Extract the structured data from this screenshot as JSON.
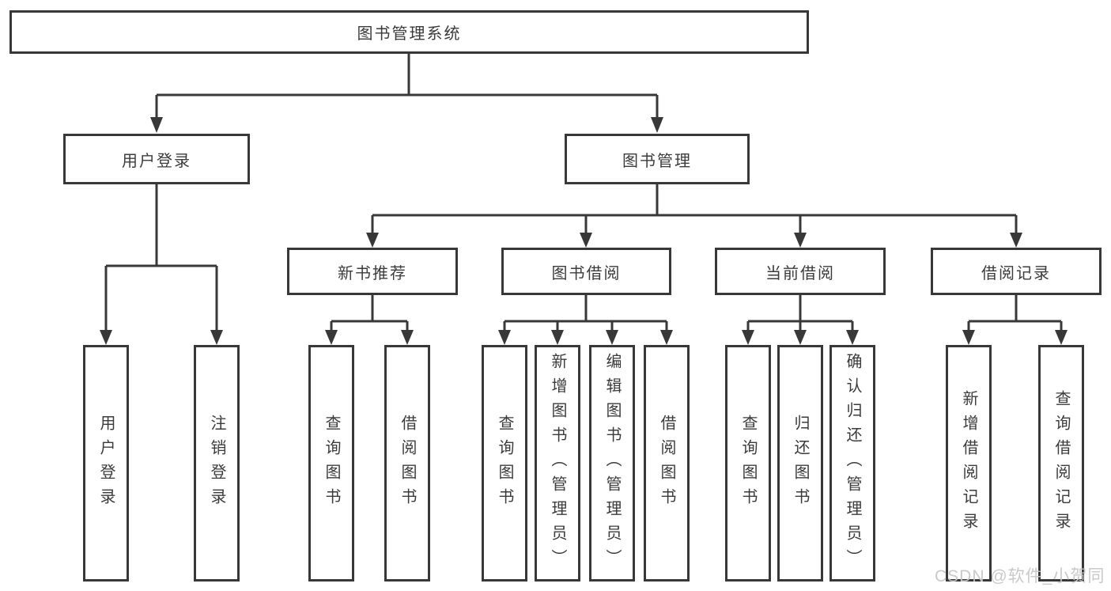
{
  "colors": {
    "background": "#ffffff",
    "line": "#383838",
    "box_border": "#383838",
    "text": "#3b3b3b",
    "watermark": "#c6c6c6"
  },
  "tree": {
    "label": "图书管理系统",
    "children": [
      {
        "label": "用户登录",
        "children": [
          {
            "label": "用户登录"
          },
          {
            "label": "注销登录"
          }
        ]
      },
      {
        "label": "图书管理",
        "children": [
          {
            "label": "新书推荐",
            "children": [
              {
                "label": "查询图书"
              },
              {
                "label": "借阅图书"
              }
            ]
          },
          {
            "label": "图书借阅",
            "children": [
              {
                "label": "查询图书"
              },
              {
                "label": "新增图书（管理员）"
              },
              {
                "label": "编辑图书（管理员）"
              },
              {
                "label": "借阅图书"
              }
            ]
          },
          {
            "label": "当前借阅",
            "children": [
              {
                "label": "查询图书"
              },
              {
                "label": "归还图书"
              },
              {
                "label": "确认归还（管理员）"
              }
            ]
          },
          {
            "label": "借阅记录",
            "children": [
              {
                "label": "新增借阅记录"
              },
              {
                "label": "查询借阅记录"
              }
            ]
          }
        ]
      }
    ]
  },
  "watermark": {
    "text": "CSDN @软件_小贺同学"
  }
}
